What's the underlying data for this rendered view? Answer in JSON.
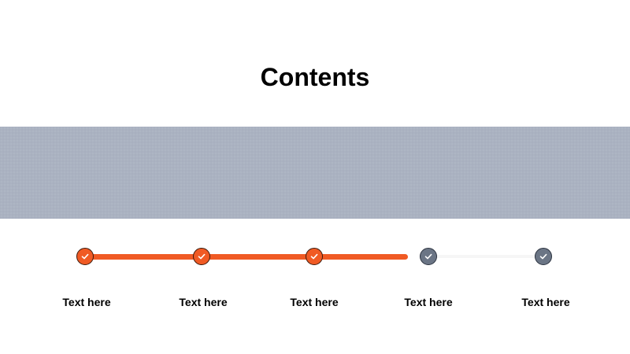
{
  "slide": {
    "title": "Contents"
  },
  "colors": {
    "accent": "#f05a24",
    "pending": "#6b7585",
    "banner": "#aab2c1"
  },
  "timeline": {
    "progress_completed_steps": 3,
    "steps": [
      {
        "label": "Text here",
        "status": "done",
        "icon": "check-icon"
      },
      {
        "label": "Text here",
        "status": "done",
        "icon": "check-icon"
      },
      {
        "label": "Text here",
        "status": "done",
        "icon": "check-icon"
      },
      {
        "label": "Text here",
        "status": "pending",
        "icon": "check-icon"
      },
      {
        "label": "Text here",
        "status": "pending",
        "icon": "check-icon"
      }
    ]
  }
}
